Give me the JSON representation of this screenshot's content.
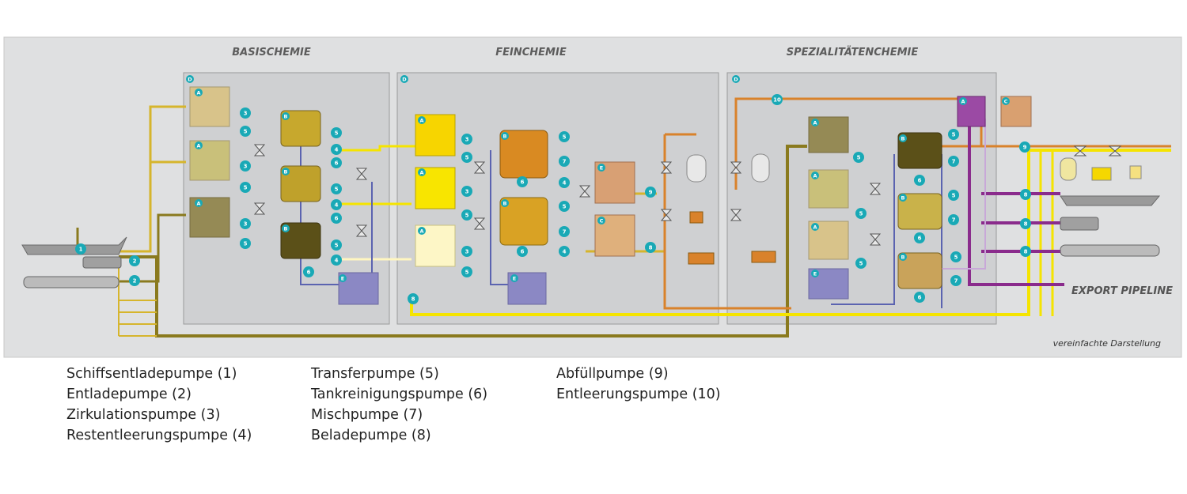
{
  "sections": {
    "basis": "BASISCHEMIE",
    "fein": "FEINCHEMIE",
    "spezial": "SPEZIALITÄTENCHEMIE"
  },
  "export_label": "EXPORT PIPELINE",
  "note": "vereinfachte Darstellung",
  "badges": {
    "D": "D",
    "A": "A",
    "B": "B",
    "C": "C",
    "E": "E"
  },
  "pumps": [
    "1",
    "2",
    "3",
    "4",
    "5",
    "6",
    "7",
    "8",
    "9",
    "10"
  ],
  "legend": {
    "col1": [
      "Schiffsentladepumpe (1)",
      "Entladepumpe (2)",
      "Zirkulationspumpe (3)",
      "Restentleerungspumpe (4)"
    ],
    "col2": [
      "Transferpumpe (5)",
      "Tankreinigungspumpe (6)",
      "Mischpumpe (7)",
      "Beladepumpe (8)"
    ],
    "col3": [
      "Abfüllpumpe (9)",
      "Entleerungspumpe (10)"
    ]
  },
  "colors": {
    "background": "#dfe0e1",
    "section_panel": "#cfd0d2",
    "pump": "#19a9b6",
    "olive_line": "#8a7a1e",
    "yellow_line": "#f5e400",
    "gold_line": "#d6b52c",
    "blue_line": "#5b63b0",
    "orange_line": "#d9822b",
    "purple_line": "#8a2b8c"
  }
}
